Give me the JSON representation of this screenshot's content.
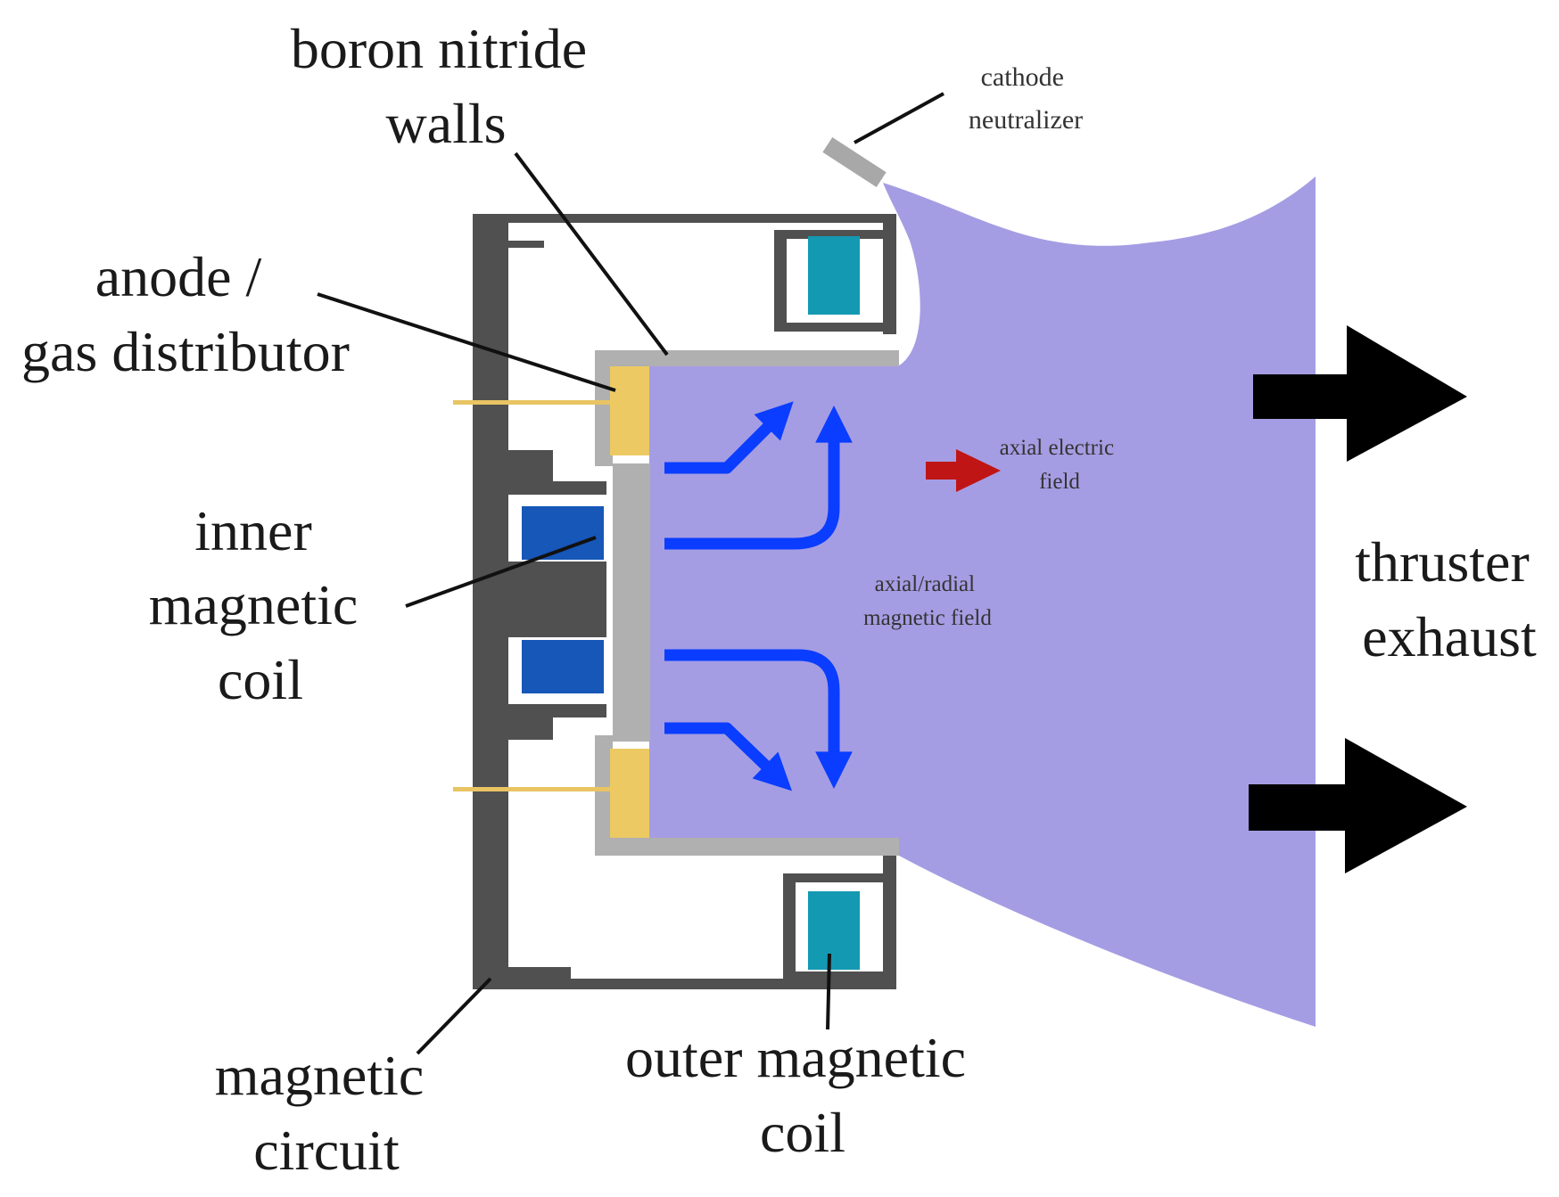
{
  "labels": {
    "boron_nitride_walls": [
      "boron nitride",
      "walls"
    ],
    "cathode_neutralizer": [
      "cathode",
      "neutralizer"
    ],
    "anode_gas_distributor": [
      "anode /",
      "gas distributor"
    ],
    "inner_magnetic_coil": [
      "inner",
      "magnetic",
      "coil"
    ],
    "axial_electric_field": [
      "axial electric",
      "field"
    ],
    "axial_radial_magnetic_field": [
      "axial/radial",
      "magnetic field"
    ],
    "thruster_exhaust": [
      "thruster",
      "exhaust"
    ],
    "magnetic_circuit": [
      "magnetic",
      "circuit"
    ],
    "outer_magnetic_coil": [
      "outer magnetic",
      "coil"
    ]
  },
  "colors": {
    "plume": "#a59de3",
    "magnetic_circuit": "#505050",
    "walls": "#b0b0b0",
    "anode": "#ecc963",
    "anode_lead": "#e8c462",
    "inner_coil": "#1657b8",
    "outer_coil": "#1499b3",
    "field_arrows": "#0a3dff",
    "electric_field_arrow": "#c01515",
    "exhaust_arrows": "#000000",
    "cathode": "#a8a8a8"
  }
}
